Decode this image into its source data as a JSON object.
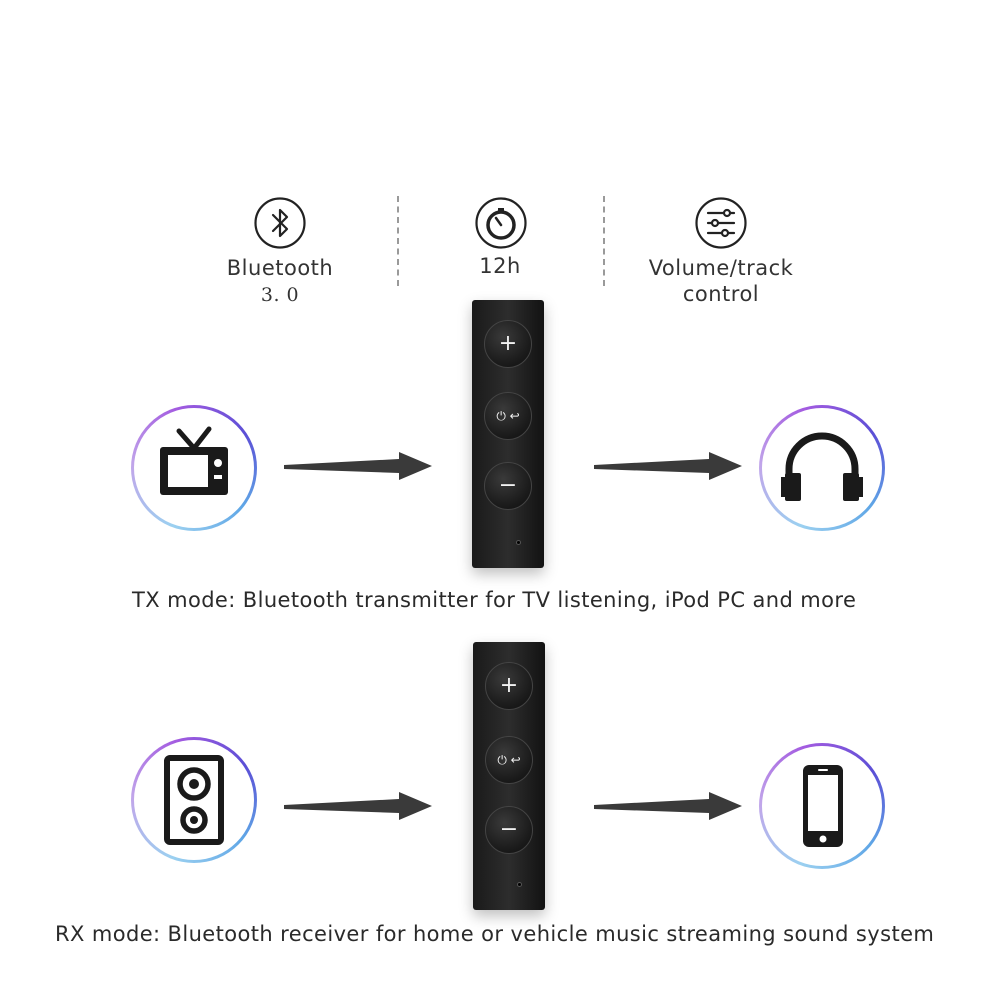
{
  "features": {
    "bluetooth": {
      "icon": "bluetooth-icon",
      "label_line1": "Bluetooth",
      "label_line2": "3. 0"
    },
    "battery": {
      "icon": "timer-icon",
      "label": "12h"
    },
    "control": {
      "icon": "sliders-icon",
      "label_line1": "Volume/track",
      "label_line2": "control"
    }
  },
  "device_buttons": {
    "plus": "+",
    "power_call": "⏻ ↩",
    "minus": "−"
  },
  "tx": {
    "source_icon": "tv-icon",
    "target_icon": "headphones-icon",
    "caption": "TX mode: Bluetooth transmitter for TV listening, iPod PC and more"
  },
  "rx": {
    "source_icon": "speaker-icon",
    "target_icon": "smartphone-icon",
    "caption": "RX mode: Bluetooth receiver for home or vehicle music streaming sound system"
  },
  "colors": {
    "ring_gradient": [
      "#9bd0f0",
      "#a35be0",
      "#5b4fd6"
    ],
    "device": "#1a1a1a",
    "icon": "#1a1a1a"
  }
}
